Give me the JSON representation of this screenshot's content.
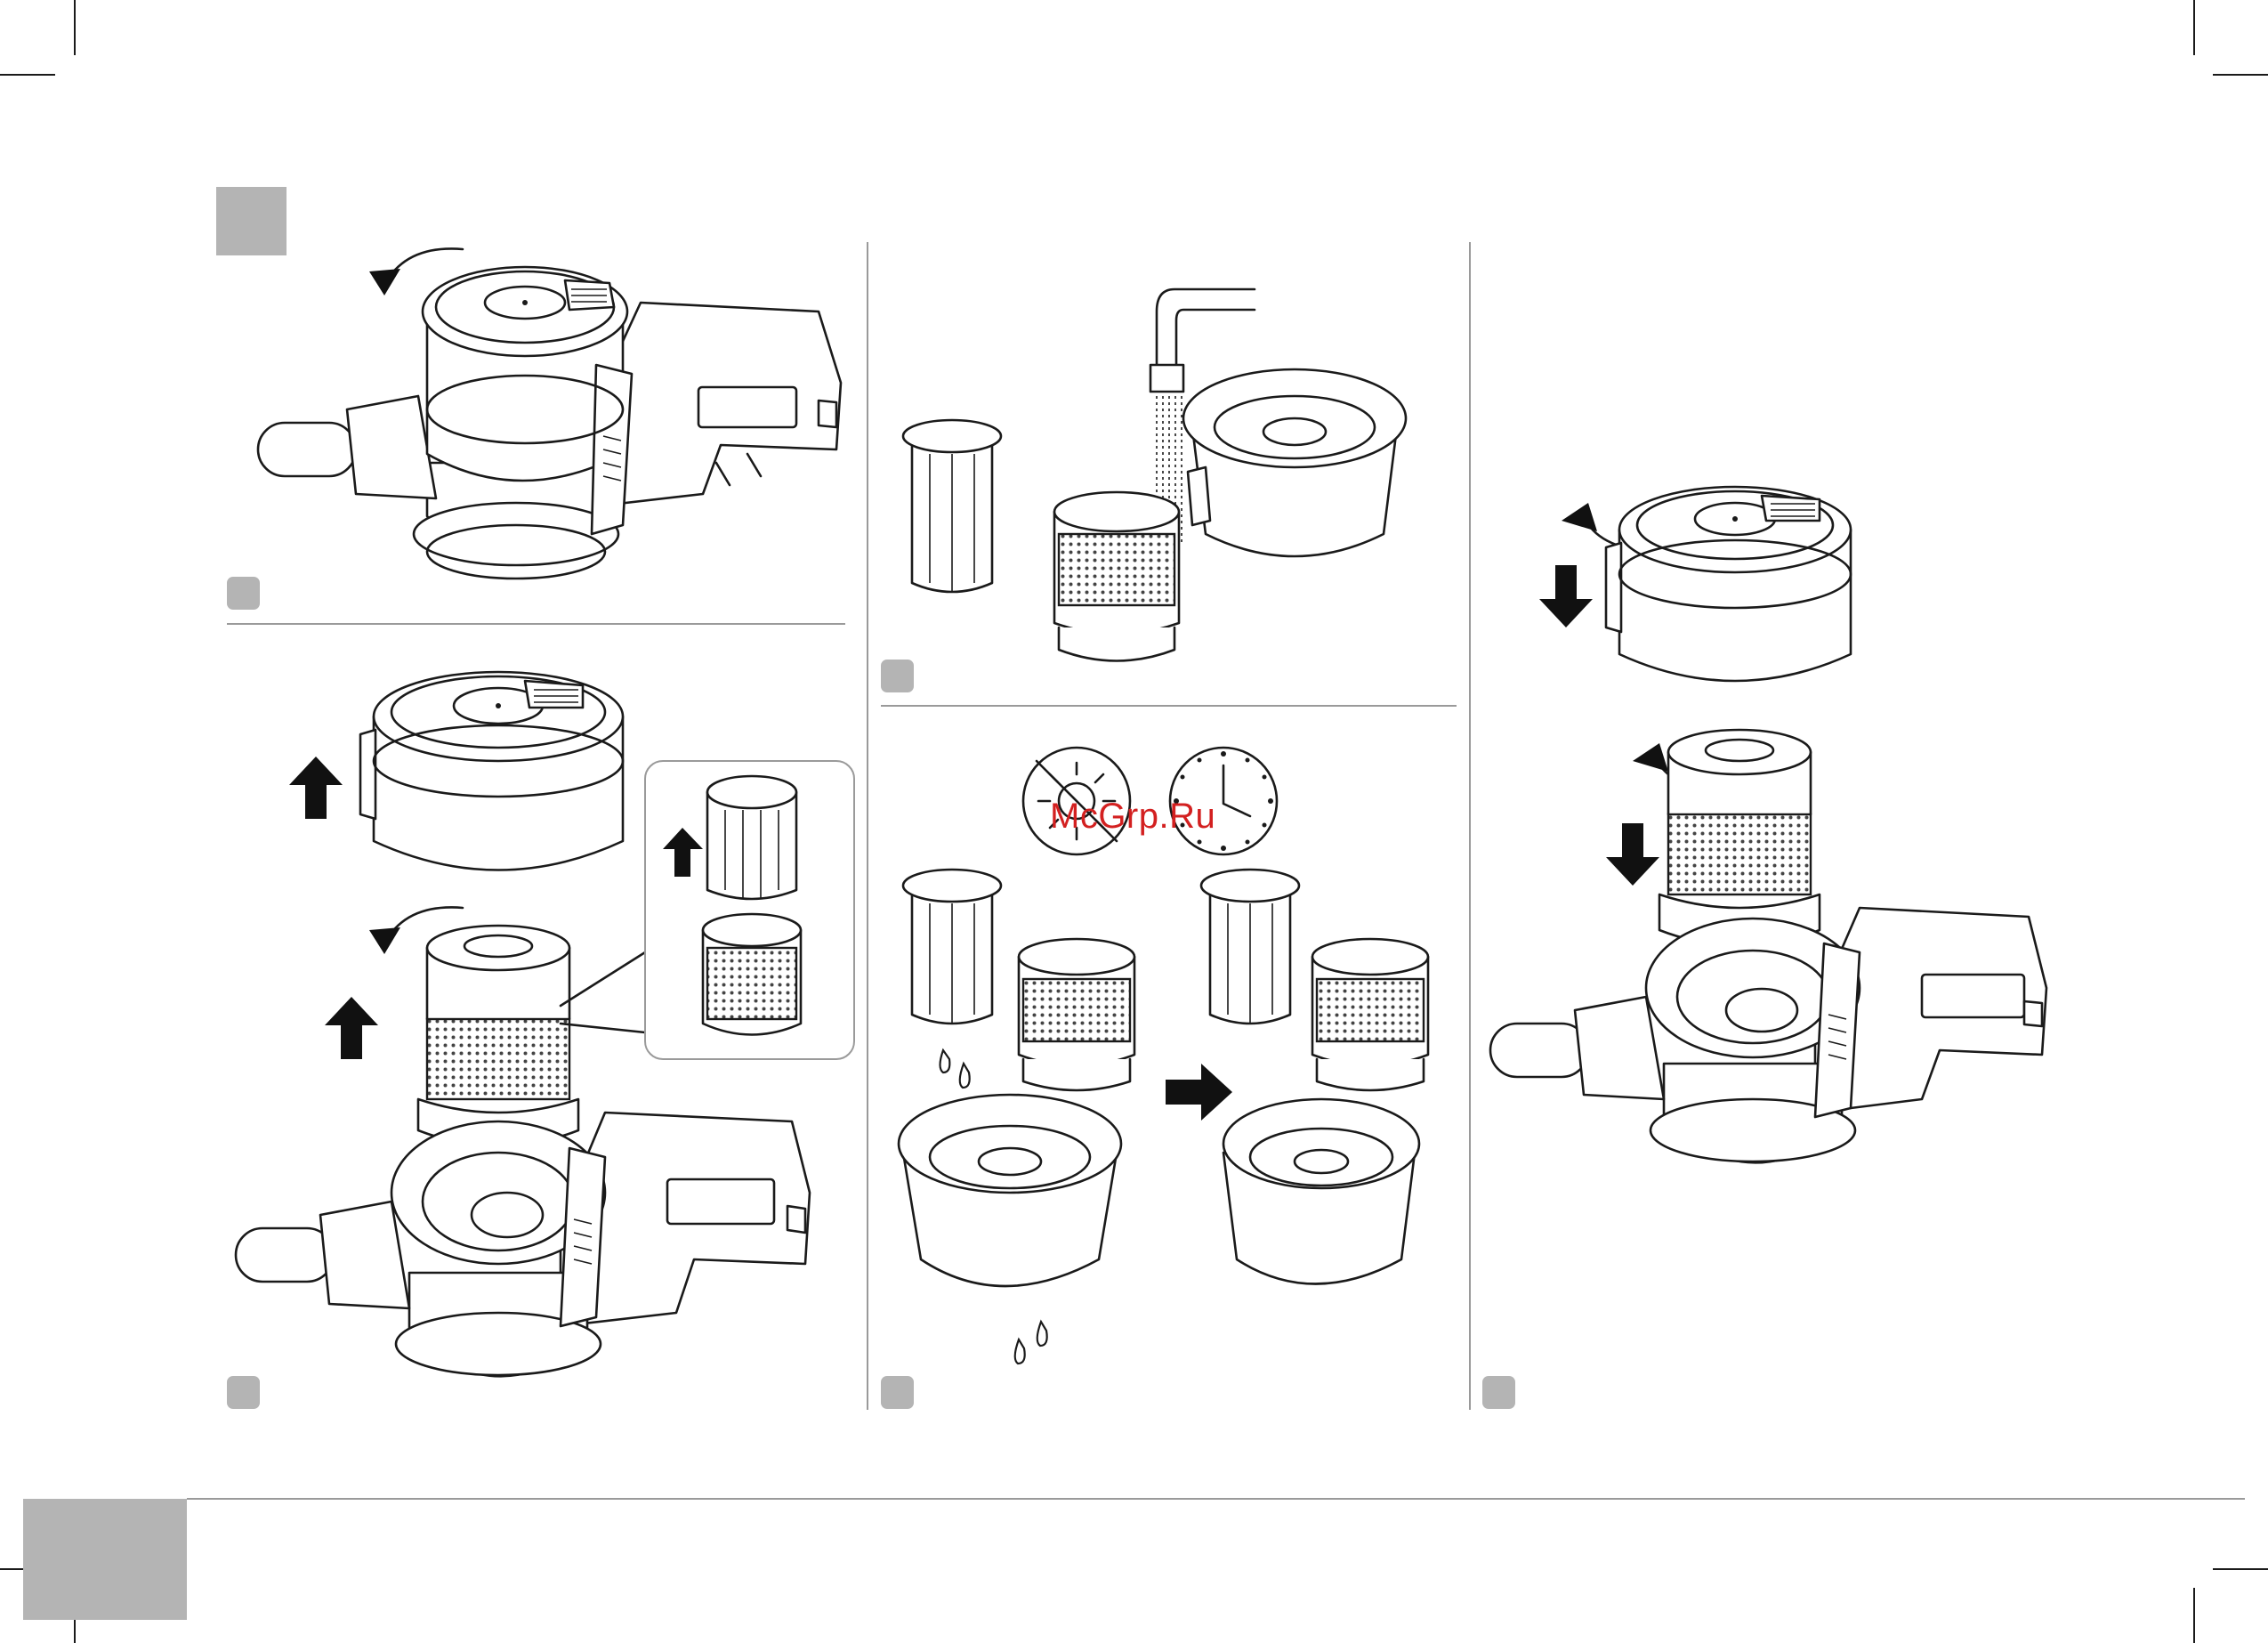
{
  "watermark": "McGrp.Ru",
  "colors": {
    "line_art": "#1a1a1a",
    "badge_gray": "#b4b4b4",
    "divider": "#9a9a9a",
    "watermark_red": "#d32020"
  },
  "steps": [
    {
      "panel": "top-left",
      "icon": "twist-off-bin-arrow-icon"
    },
    {
      "panel": "bottom-left",
      "icon": "lift-off-arrow-icon"
    },
    {
      "panel": "top-middle",
      "icon": "rinse-under-tap-icon"
    },
    {
      "panel": "bottom-middle",
      "icon": "no-sun-dry-icon"
    },
    {
      "panel": "right",
      "icon": "reassemble-arrow-icon"
    }
  ]
}
